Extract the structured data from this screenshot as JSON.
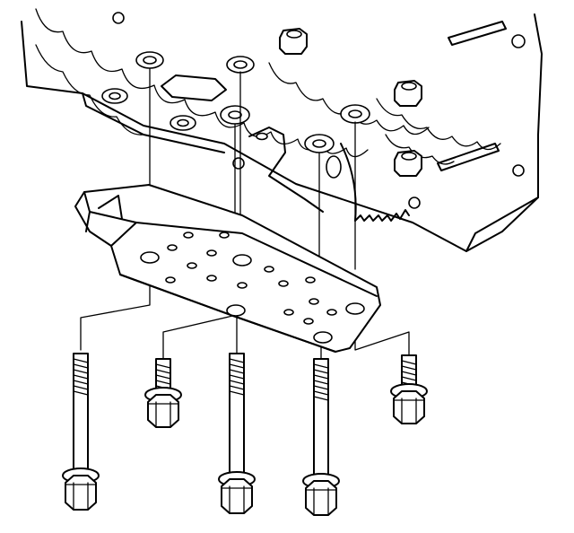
{
  "figure": {
    "kind": "exploded-view line drawing",
    "background_color": "#ffffff",
    "line_color": "#000000",
    "components": [
      {
        "name": "valve-body-assembly",
        "label": ""
      },
      {
        "name": "filter-plate",
        "label": ""
      },
      {
        "name": "long-bolt",
        "count": 3
      },
      {
        "name": "short-bolt",
        "count": 2
      }
    ]
  }
}
